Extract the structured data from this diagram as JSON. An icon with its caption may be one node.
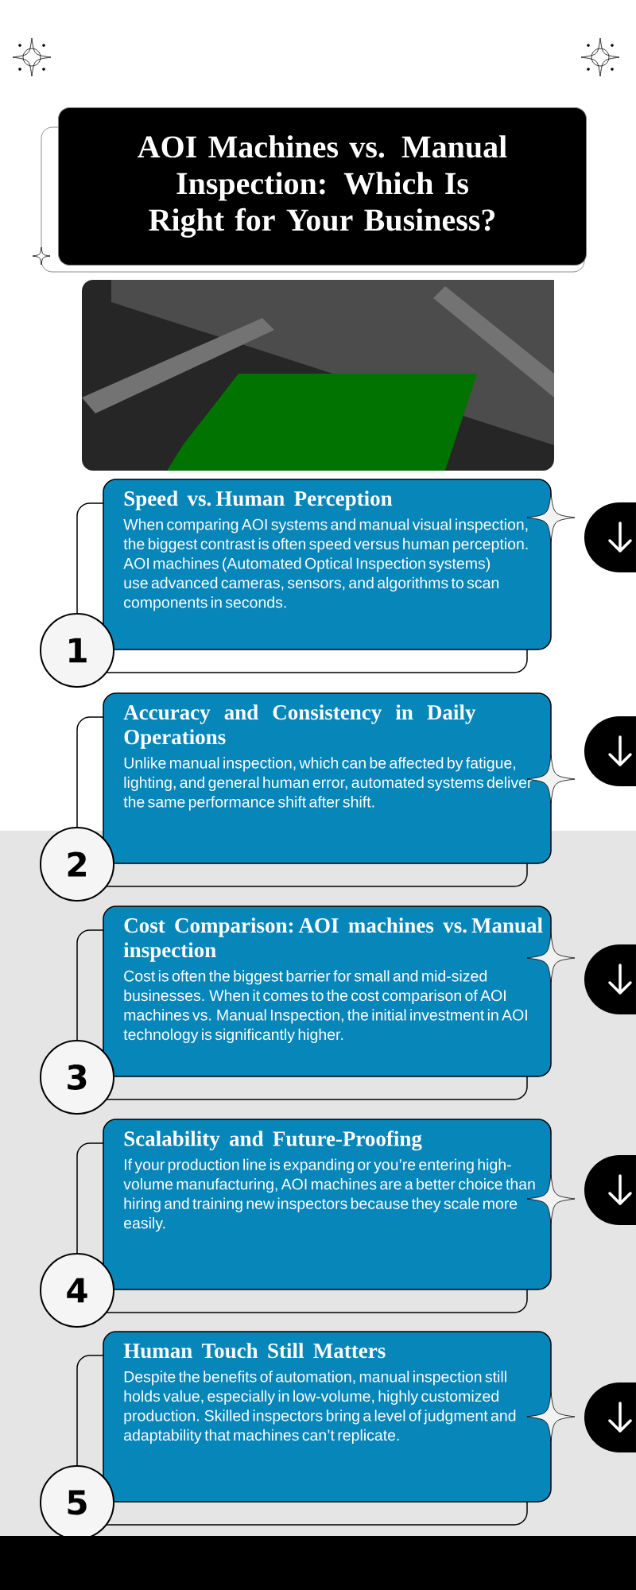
{
  "diagram": {
    "title": "AOI Machines vs. Manual Inspection: Which Is Right for Your Business?",
    "nodes": [
      {
        "text": [
          "Speed vs. Human Perception",
          "When comparing AOI systems and manual visual inspection, the biggest contrast is often speed versus human perception. AOI machines (Automated Optical Inspection systems) use advanced cameras, sensors, and algorithms to scan components in seconds."
        ]
      },
      {
        "text": [
          "1"
        ]
      },
      {
        "text": [
          "Accuracy and Consistency in Daily Operations",
          "Unlike manual inspection, which can be affected by fatigue, lighting, and general human error, automated systems deliver the same performance shift after shift."
        ]
      },
      {
        "text": [
          "2"
        ]
      },
      {
        "text": [
          "Cost Comparison: AOI machines vs. Manual inspection",
          "Cost is often the biggest barrier for small and mid-sized businesses. When it comes to the cost comparison of AOI machines vs. Manual Inspection, the initial investment in AOI technology is significantly higher."
        ]
      },
      {
        "text": [
          "3"
        ]
      },
      {
        "text": [
          "Scalability and Future-Proofing",
          "If your production line is expanding or you’re entering high-volume manufacturing, AOI machines are a better choice than hiring and training new inspectors because they scale more easily."
        ]
      },
      {
        "text": [
          "4"
        ]
      },
      {
        "text": [
          "Human Touch Still Matters",
          "Despite the benefits of automation, manual inspection still holds value, especially in low-volume, highly customized production. Skilled inspectors bring a level of judgment and adaptability that machines can’t replicate."
        ]
      },
      {
        "text": [
          "5"
        ]
      }
    ]
  }
}
